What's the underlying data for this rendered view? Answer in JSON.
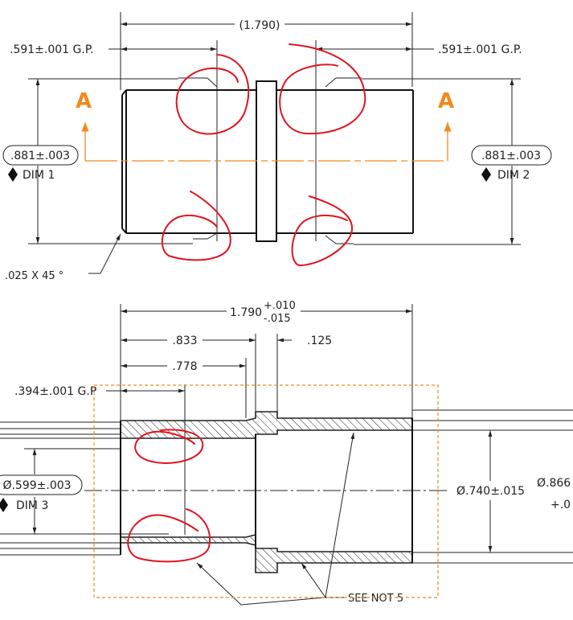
{
  "view_top": {
    "overall": "(1.790)",
    "left_gp": ".591±.001 G.P.",
    "right_gp": ".591±.001 G.P.",
    "left_dia": ".881±.003",
    "left_dim_tag": "DIM 1",
    "right_dia": ".881±.003",
    "right_dim_tag": "DIM 2",
    "chamfer": ".025 X 45 °",
    "section_left": "A",
    "section_right": "A"
  },
  "view_section": {
    "overall_base": "1.790",
    "overall_plus": "+.010",
    "overall_minus": "-.015",
    "dim_833": ".833",
    "dim_778": ".778",
    "dim_125": ".125",
    "gp": ".394±.001 G.P",
    "bore_dia": "Ø.599±.003",
    "bore_dim_tag": "DIM 3",
    "right_dia": "Ø.740±.015",
    "outer_dia": "Ø.866",
    "outer_tol": "+.0",
    "note": "SEE NOT 5"
  },
  "colors": {
    "markup_red": "#e0141e",
    "section_orange": "#f08a1c"
  }
}
